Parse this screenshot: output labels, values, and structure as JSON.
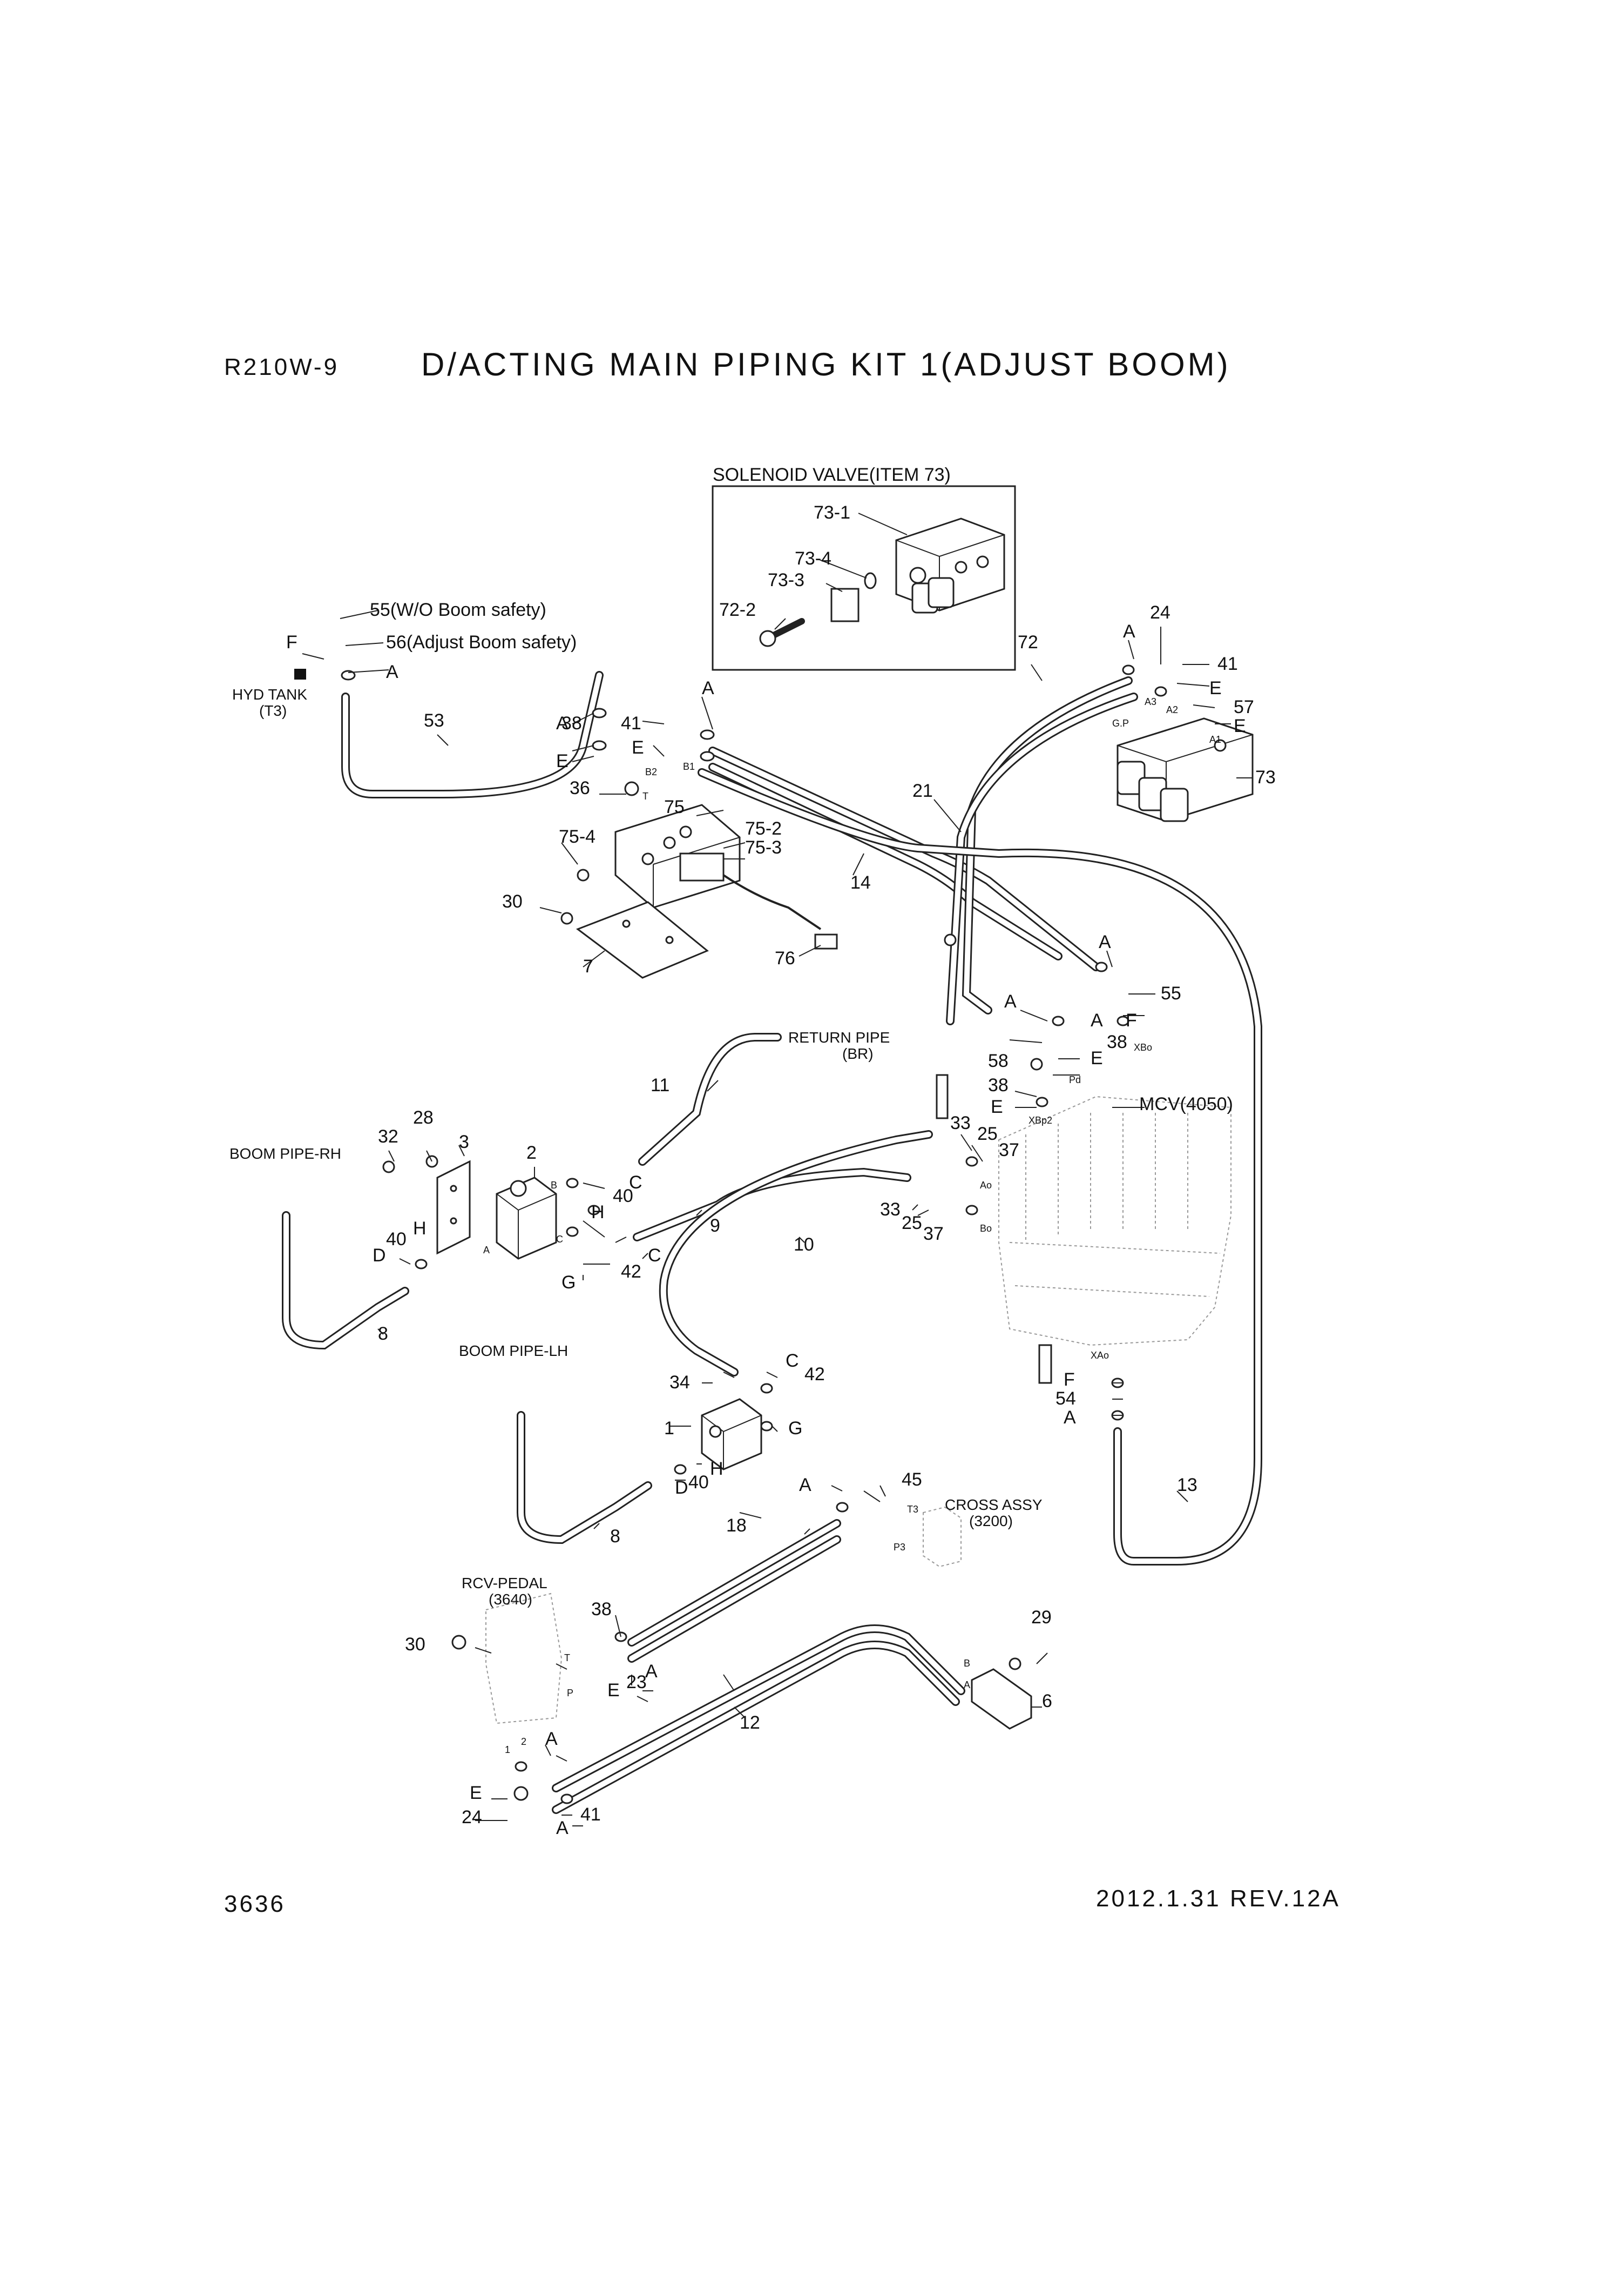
{
  "header": {
    "model": "R210W-9",
    "title": "D/ACTING MAIN PIPING KIT 1(ADJUST BOOM)"
  },
  "footer": {
    "page_number": "3636",
    "date_rev": "2012.1.31  REV.12A"
  },
  "inset": {
    "title": "SOLENOID VALVE(ITEM 73)",
    "labels": [
      "73-1",
      "73-4",
      "73-3",
      "72-2"
    ]
  },
  "callouts": {
    "c55_note": "55(W/O Boom safety)",
    "c56_note": "56(Adjust Boom safety)",
    "hyd_tank": "HYD TANK",
    "hyd_tank_code": "(T3)",
    "return_pipe": "RETURN PIPE",
    "return_pipe_code": "(BR)",
    "mcv": "MCV(4050)",
    "boom_pipe_rh": "BOOM PIPE-RH",
    "boom_pipe_lh": "BOOM PIPE-LH",
    "cross_assy": "CROSS ASSY",
    "cross_assy_code": "(3200)",
    "rcv_pedal": "RCV-PEDAL",
    "rcv_pedal_code": "(3640)"
  },
  "part_labels": {
    "p1": "1",
    "p2": "2",
    "p3": "3",
    "p6": "6",
    "p7": "7",
    "p8a": "8",
    "p8b": "8",
    "p9": "9",
    "p10": "10",
    "p11": "11",
    "p12": "12",
    "p13": "13",
    "p14": "14",
    "p18": "18",
    "p21": "21",
    "p23": "23",
    "p24a": "24",
    "p24b": "24",
    "p25a": "25",
    "p25b": "25",
    "p28": "28",
    "p29": "29",
    "p30a": "30",
    "p30b": "30",
    "p32": "32",
    "p33a": "33",
    "p33b": "33",
    "p34": "34",
    "p36": "36",
    "p37a": "37",
    "p37b": "37",
    "p38a": "38",
    "p38b": "38",
    "p38c": "38",
    "p38d": "38",
    "p40a": "40",
    "p40b": "40",
    "p40c": "40",
    "p41a": "41",
    "p41b": "41",
    "p41c": "41",
    "p42a": "42",
    "p42b": "42",
    "p45": "45",
    "p53": "53",
    "p54": "54",
    "p55": "55",
    "p57": "57",
    "p58": "58",
    "p72": "72",
    "p73": "73",
    "p75": "75",
    "p75_2": "75-2",
    "p75_3": "75-3",
    "p75_4": "75-4",
    "p76": "76"
  },
  "letters": {
    "A": "A",
    "B": "B",
    "C": "C",
    "D": "D",
    "E": "E",
    "F": "F",
    "G": "G",
    "H": "H"
  },
  "port_marks": {
    "B2": "B2",
    "B1": "B1",
    "T": "T",
    "GP": "G.P",
    "A1": "A1",
    "A2": "A2",
    "A3": "A3",
    "XBo": "XBo",
    "Pd": "Pd",
    "XBp2": "XBp2",
    "Ao": "Ao",
    "Bo": "Bo",
    "XAo": "XAo",
    "T3": "T3",
    "P3": "P3",
    "P": "P",
    "n1": "1",
    "n2": "2",
    "pB": "B",
    "pA": "A",
    "pC": "C"
  }
}
